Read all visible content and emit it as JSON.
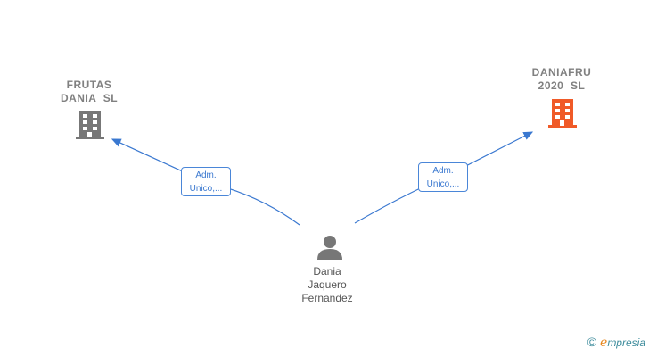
{
  "nodes": {
    "company_left": {
      "name_lines": [
        "FRUTAS",
        "DANIA  SL"
      ],
      "icon": "building-icon",
      "color": "#777777"
    },
    "company_right": {
      "name_lines": [
        "DANIAFRU",
        "2020  SL"
      ],
      "icon": "building-icon",
      "color": "#f05a28"
    },
    "person": {
      "name_lines": [
        "Dania",
        "Jaquero",
        "Fernandez"
      ],
      "icon": "person-icon",
      "color": "#777777"
    }
  },
  "edges": [
    {
      "label_lines": [
        "Adm.",
        "Unico,..."
      ],
      "from": "person",
      "to": "company_left"
    },
    {
      "label_lines": [
        "Adm.",
        "Unico,..."
      ],
      "from": "person",
      "to": "company_right"
    }
  ],
  "footer": {
    "copyright": "©",
    "brand_e": "e",
    "brand_rest": "mpresia"
  },
  "colors": {
    "edge": "#3a78d0"
  }
}
